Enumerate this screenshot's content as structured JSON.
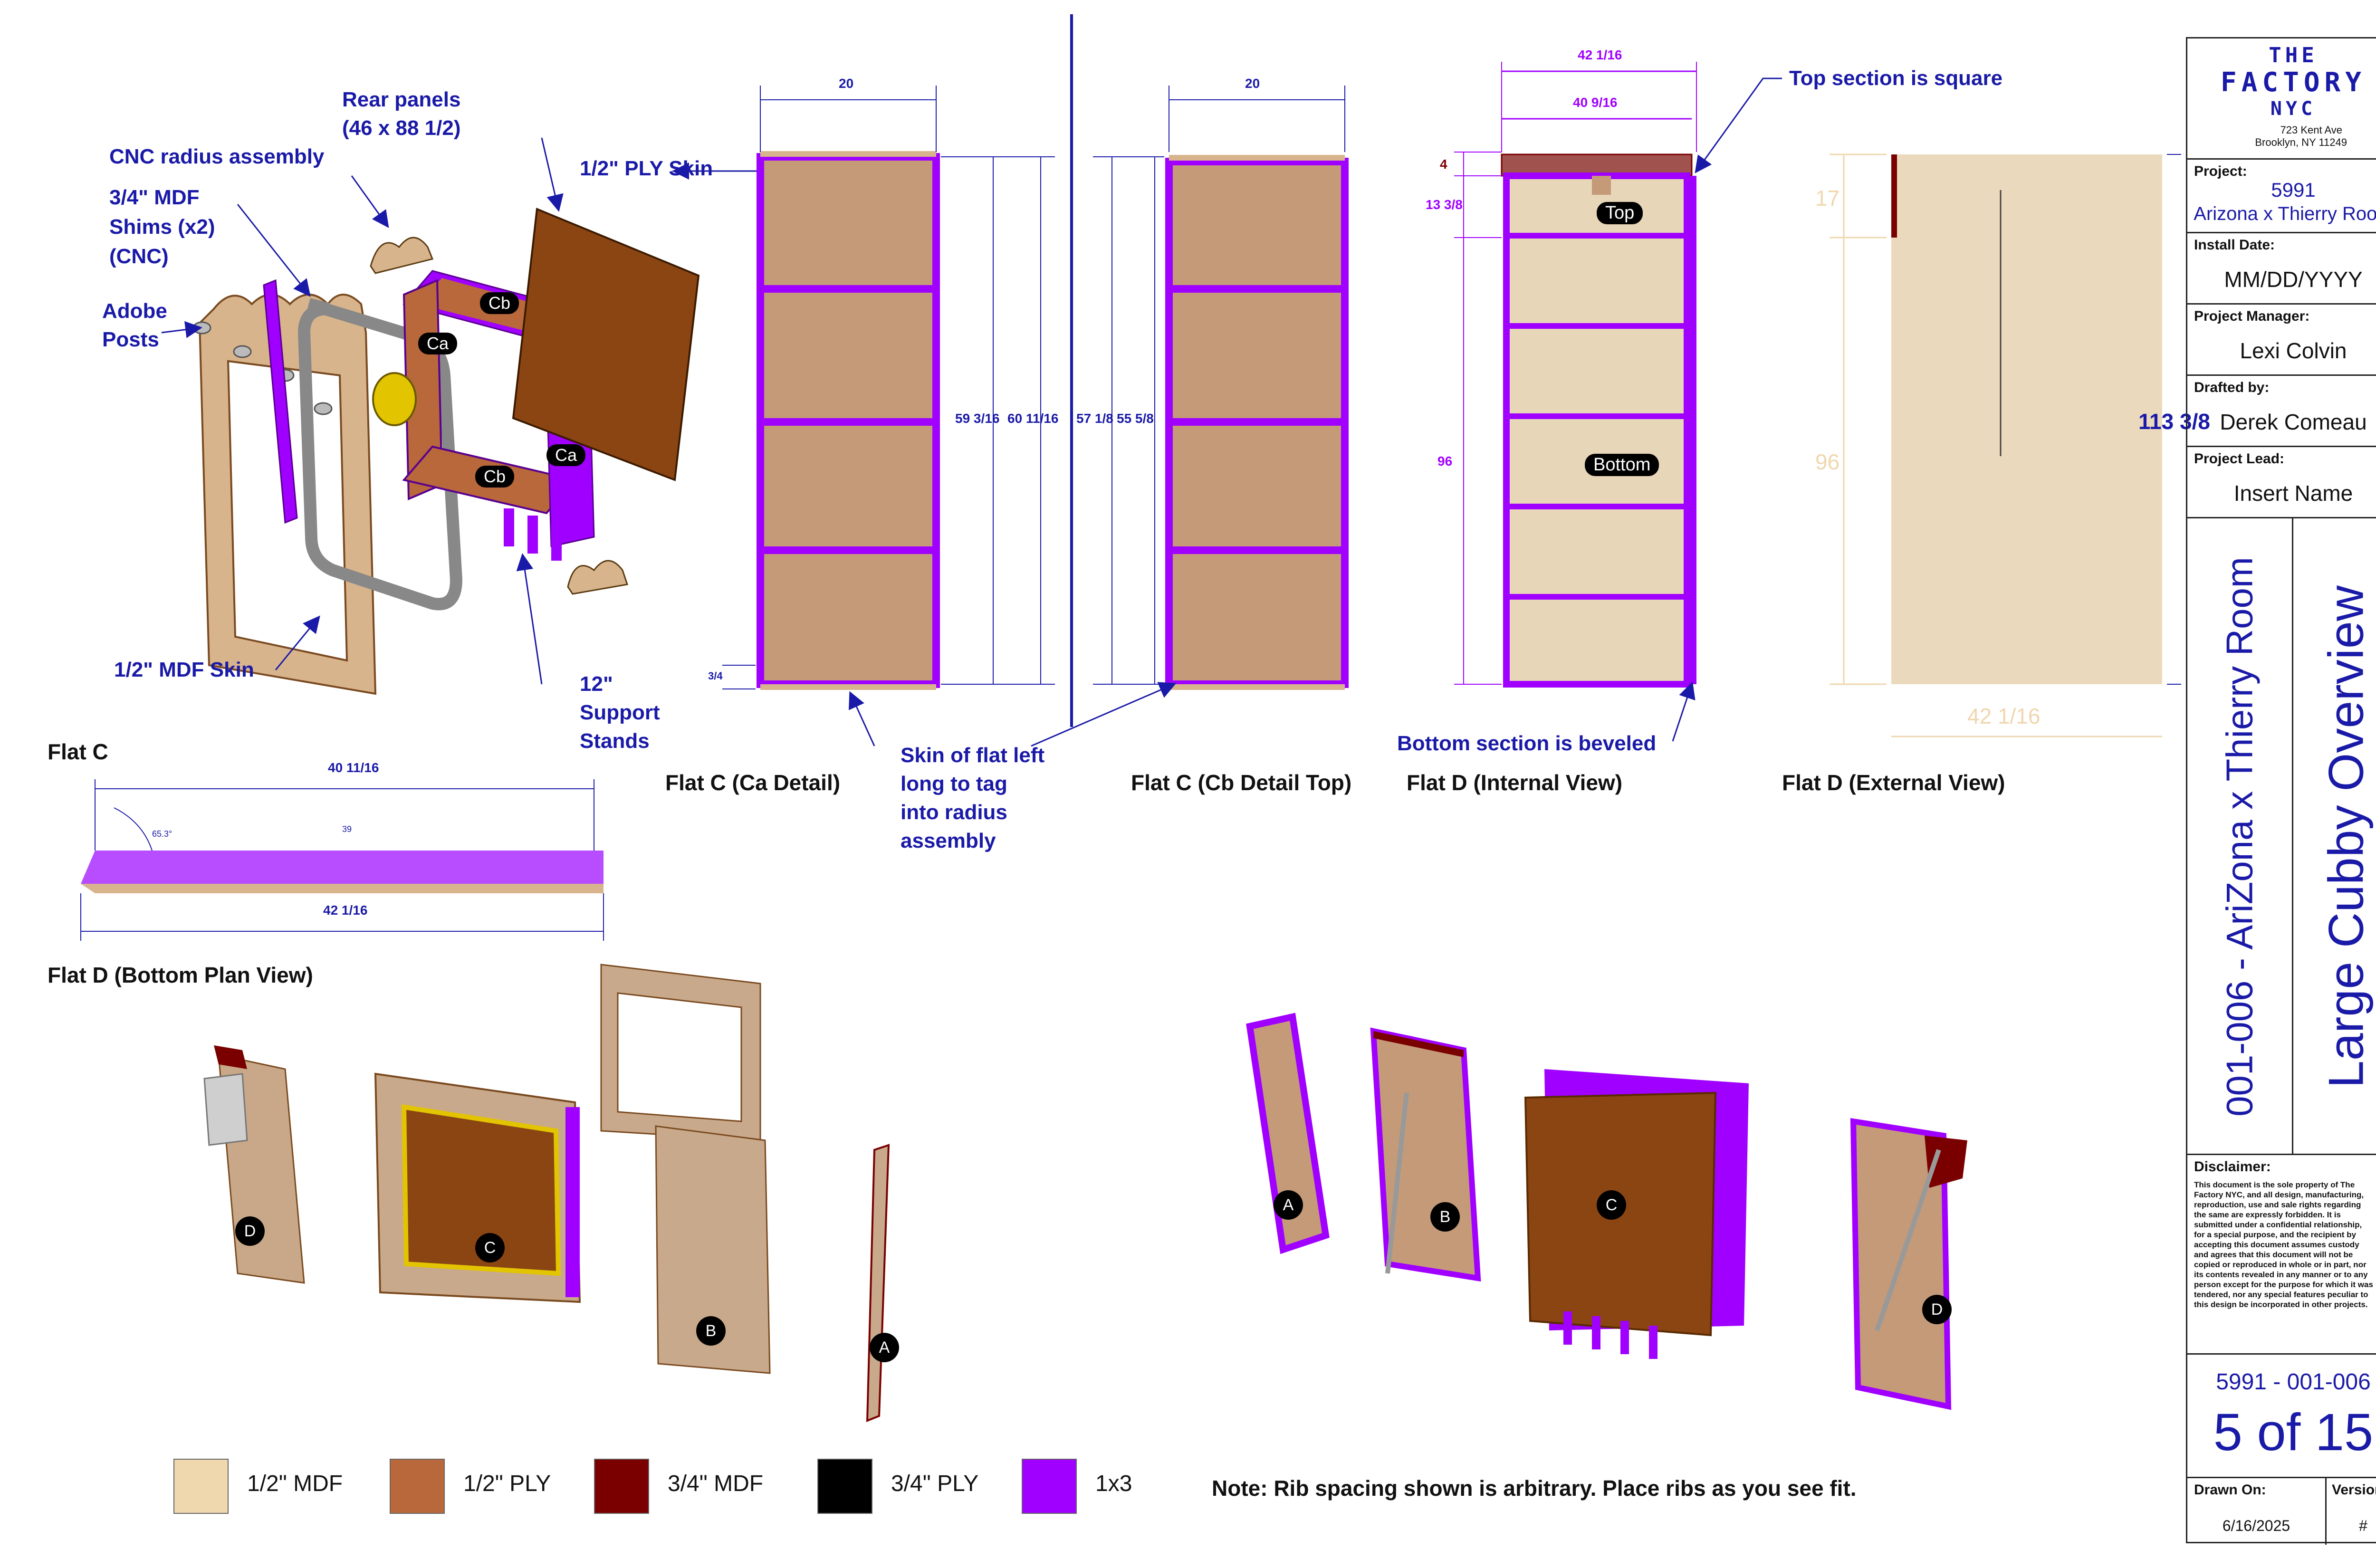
{
  "callouts": {
    "rear_panels": "Rear panels\n(46 x 88 1/2)",
    "cnc_radius": "CNC radius assembly",
    "mdf_shims": "3/4\" MDF\nShims (x2)\n(CNC)",
    "adobe_posts": "Adobe\nPosts",
    "ply_skin": "1/2\" PLY Skin",
    "mdf_skin": "1/2\" MDF Skin",
    "support_stands": "12\"\nSupport\nStands",
    "skin_left_long": "Skin of flat left\nlong to tag\ninto radius\nassembly",
    "top_square": "Top section is square",
    "bottom_beveled": "Bottom section is beveled",
    "note": "Note: Rib spacing shown is arbitrary. Place ribs as you see fit."
  },
  "tags": {
    "cb": "Cb",
    "ca": "Ca",
    "top": "Top",
    "bottom": "Bottom",
    "a": "A",
    "b": "B",
    "c": "C",
    "d": "D"
  },
  "captions": {
    "flat_c": "Flat C",
    "flat_d_bottom": "Flat D (Bottom Plan View)",
    "flat_c_ca": "Flat C  (Ca Detail)",
    "flat_c_cb": "Flat C  (Cb Detail Top)",
    "flat_d_internal": "Flat D (Internal View)",
    "flat_d_external": "Flat D (External View)"
  },
  "dimensions": {
    "ca_width": "20",
    "ca_h1": "59 3/16",
    "ca_h2": "60 11/16",
    "ca_bottom": "3/4",
    "cb_width": "20",
    "cb_h1": "57 1/8",
    "cb_h2": "55 5/8",
    "int_w1": "42 1/16",
    "int_w2": "40 9/16",
    "int_4": "4",
    "int_13": "13 3/8",
    "int_96": "96",
    "ext_17": "17",
    "ext_96": "96",
    "ext_113": "113 3/8",
    "ext_42": "42 1/16",
    "plan_top": "40 11/16",
    "plan_angle": "65.3°",
    "plan_mid": "39",
    "plan_bottom": "42 1/16"
  },
  "legend": [
    {
      "label": "1/2\" MDF",
      "color": "#efd7ae"
    },
    {
      "label": "1/2\" PLY",
      "color": "#b8683a"
    },
    {
      "label": "3/4\" MDF",
      "color": "#7a0000"
    },
    {
      "label": "3/4\" PLY",
      "color": "#000000"
    },
    {
      "label": "1x3",
      "color": "#a000ff"
    }
  ],
  "title_block": {
    "logo_line1": "THE",
    "logo_line2": "FACTORY",
    "logo_line3": "NYC",
    "address1": "723 Kent Ave",
    "address2": "Brooklyn, NY 11249",
    "project_label": "Project:",
    "project_number": "5991",
    "project_name": "Arizona x Thierry Room",
    "install_label": "Install Date:",
    "install_date": "MM/DD/YYYY",
    "pm_label": "Project Manager:",
    "pm_name": "Lexi Colvin",
    "drafted_label": "Drafted by:",
    "drafted_name": "Derek Comeau",
    "lead_label": "Project Lead:",
    "lead_name": "Insert Name",
    "vertical_left": "001-006 - AriZona x Thierry Room",
    "vertical_right": "Large Cubby Overview",
    "disclaimer_label": "Disclaimer:",
    "disclaimer_text": "This document is the sole property of The Factory NYC, and all design, manufacturing, reproduction, use and sale rights regarding the same are expressly forbidden. It is submitted under a confidential relationship, for a special purpose, and the recipient by accepting this document assumes custody and agrees that this document will not be copied or reproduced in whole or in part, nor its contents revealed in any manner or to any person except for the purpose for which it was tendered, nor any special features peculiar to this design be incorporated in other projects.",
    "sheet_code": "5991 - 001-006",
    "sheet_of": "5 of 15",
    "drawn_label": "Drawn On:",
    "drawn_date": "6/16/2025",
    "version_label": "Version:",
    "version": "#"
  },
  "colors": {
    "blue": "#1a1aa8",
    "purple": "#a000ff",
    "mdf": "#efd7ae",
    "ply": "#b8683a",
    "maroon": "#7a0000",
    "ply_fill": "#c49a78"
  }
}
